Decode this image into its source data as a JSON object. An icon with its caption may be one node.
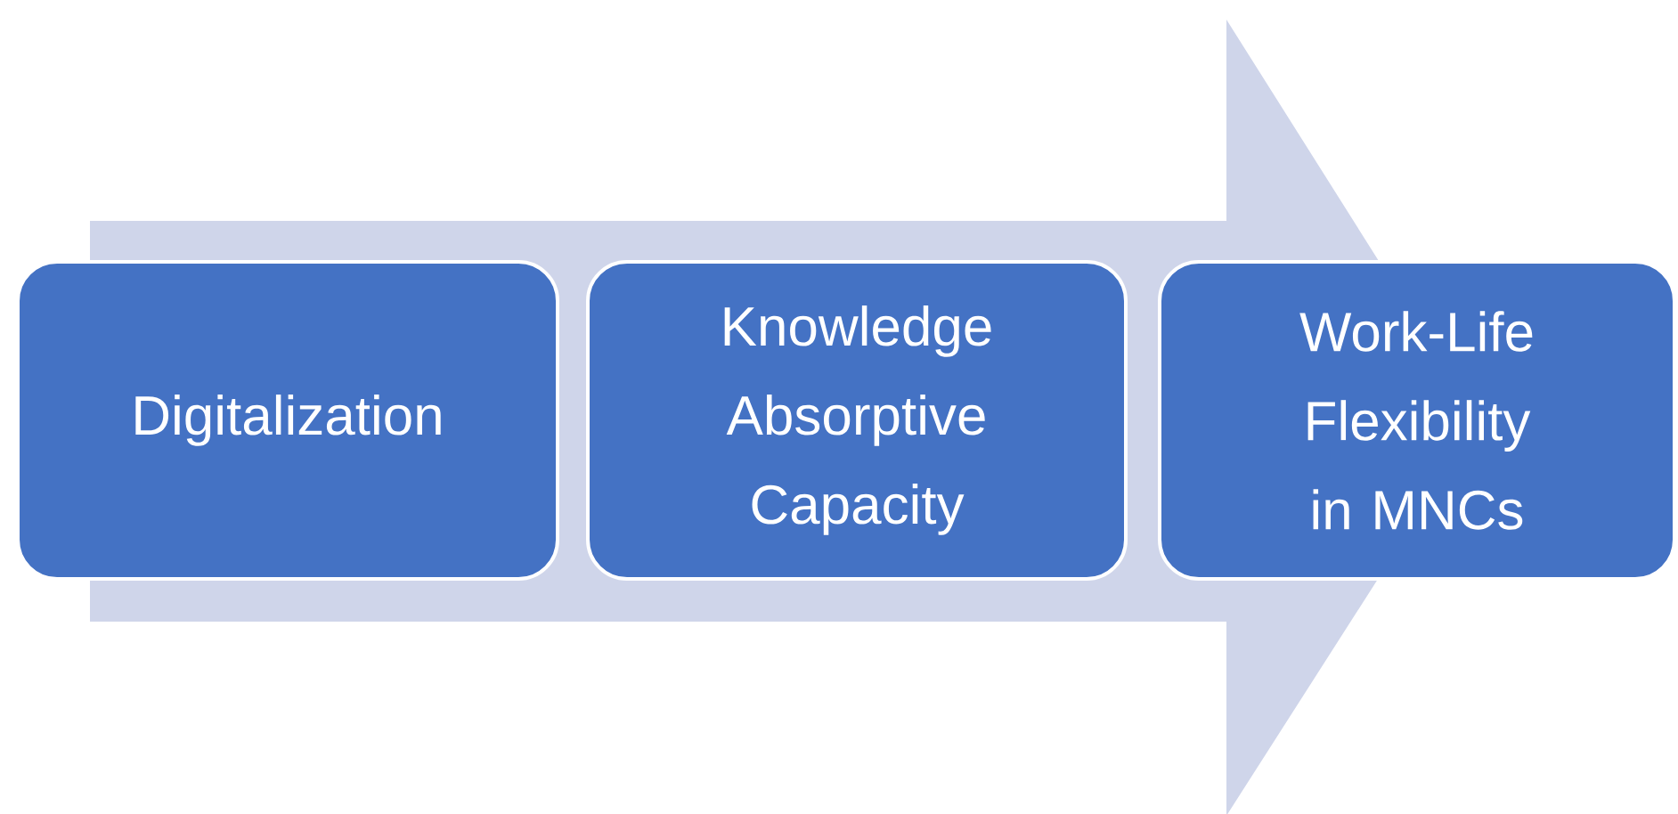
{
  "diagram": {
    "nodes": [
      {
        "text": [
          "Digitalization"
        ]
      },
      {
        "text": [
          "Knowledge Absorptive Capacity"
        ]
      },
      {
        "text": [
          "Work-Life Flexibility in MNCs"
        ]
      }
    ],
    "edges": [
      {
        "from": 0,
        "to": 2,
        "arrow": "to"
      }
    ]
  }
}
